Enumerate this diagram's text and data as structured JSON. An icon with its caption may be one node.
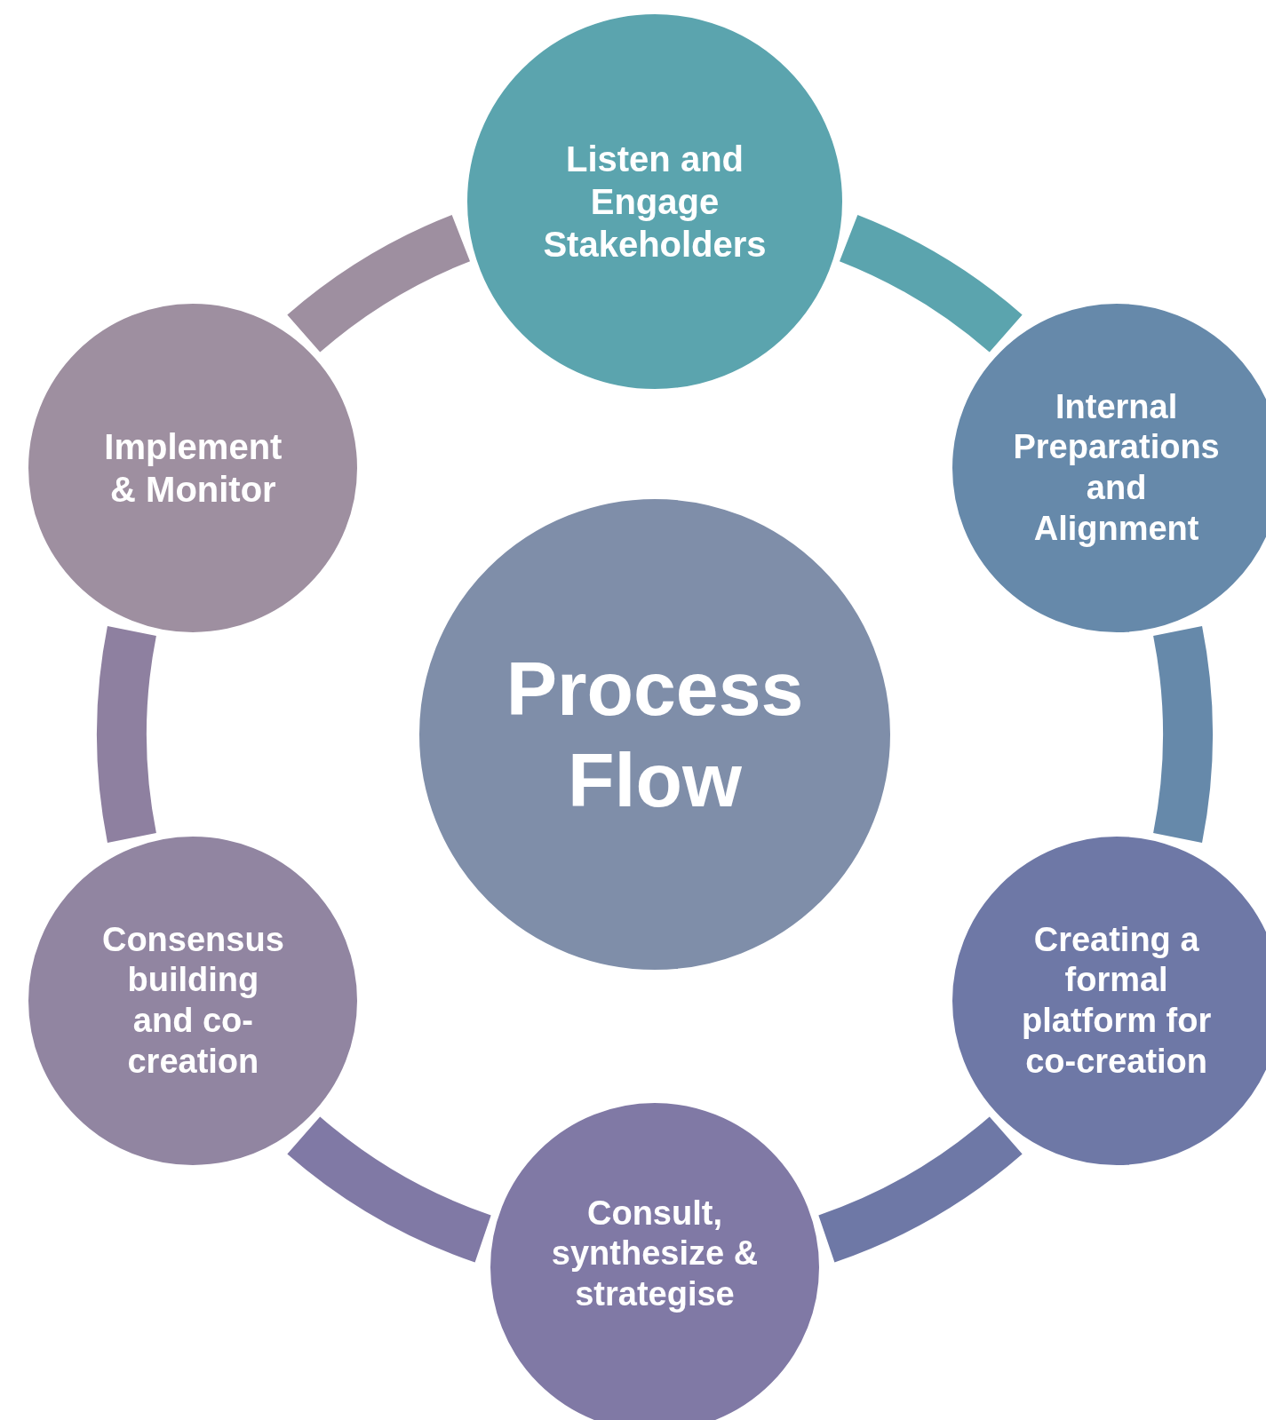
{
  "diagram": {
    "nodes": [
      {
        "text": [
          "Listen and Engage Stakeholders"
        ]
      },
      {
        "text": [
          "Internal Preparations and Alignment"
        ]
      },
      {
        "text": [
          "Creating a formal platform for co-creation"
        ]
      },
      {
        "text": [
          "Consult, synthesize & strategise"
        ]
      },
      {
        "text": [
          "Consensus building and co-creation"
        ]
      },
      {
        "text": [
          "Implement & Monitor"
        ]
      },
      {
        "text": [
          "Process Flow"
        ]
      }
    ],
    "edges": [
      {
        "from": 0,
        "to": 1,
        "arrow": "none",
        "color": "#5ba4ae"
      },
      {
        "from": 1,
        "to": 2,
        "arrow": "none",
        "color": "#6689aa"
      },
      {
        "from": 2,
        "to": 3,
        "arrow": "none",
        "color": "#6e78a6"
      },
      {
        "from": 3,
        "to": 4,
        "arrow": "none",
        "color": "#8079a5"
      },
      {
        "from": 4,
        "to": 5,
        "arrow": "none",
        "color": "#8e80a0"
      },
      {
        "from": 5,
        "to": 0,
        "arrow": "none",
        "color": "#9e8fa0"
      }
    ]
  }
}
